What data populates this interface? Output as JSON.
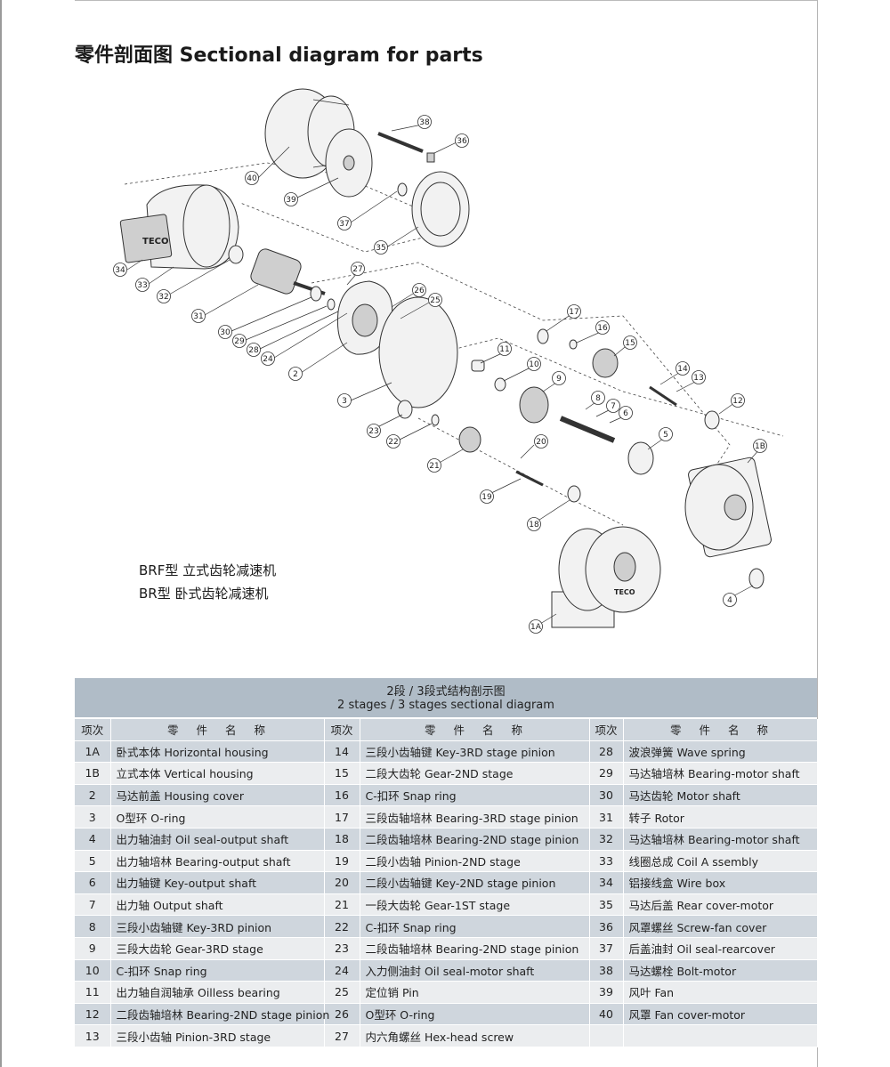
{
  "title": "零件剖面图 Sectional diagram for parts",
  "brand_label": "TECO",
  "callouts": [
    "1A",
    "1B",
    "2",
    "3",
    "4",
    "5",
    "6",
    "7",
    "8",
    "9",
    "10",
    "11",
    "12",
    "13",
    "14",
    "15",
    "16",
    "17",
    "18",
    "19",
    "20",
    "21",
    "22",
    "23",
    "24",
    "25",
    "26",
    "27",
    "28",
    "29",
    "30",
    "31",
    "32",
    "33",
    "34",
    "35",
    "36",
    "37",
    "38",
    "39",
    "40"
  ],
  "captions": {
    "line1": "BRF型 立式齿轮减速机",
    "line2": "BR型 卧式齿轮减速机"
  },
  "table": {
    "heading_cn": "2段 / 3段式结构剖示图",
    "heading_en": "2 stages / 3 stages  sectional  diagram",
    "col_no": "项次",
    "col_name": "零 件 名 称",
    "rows": [
      [
        {
          "no": "1A",
          "name": "卧式本体 Horizontal housing"
        },
        {
          "no": "14",
          "name": "三段小齿轴键 Key-3RD stage pinion"
        },
        {
          "no": "28",
          "name": "波浪弹簧 Wave spring"
        }
      ],
      [
        {
          "no": "1B",
          "name": "立式本体 Vertical housing"
        },
        {
          "no": "15",
          "name": "二段大齿轮 Gear-2ND stage"
        },
        {
          "no": "29",
          "name": "马达轴培林 Bearing-motor shaft"
        }
      ],
      [
        {
          "no": "2",
          "name": "马达前盖  Housing cover"
        },
        {
          "no": "16",
          "name": "C-扣环 Snap ring"
        },
        {
          "no": "30",
          "name": "马达齿轮 Motor shaft"
        }
      ],
      [
        {
          "no": "3",
          "name": "O型环 O-ring"
        },
        {
          "no": "17",
          "name": "三段齿轴培林 Bearing-3RD stage pinion"
        },
        {
          "no": "31",
          "name": "转子 Rotor"
        }
      ],
      [
        {
          "no": "4",
          "name": "出力轴油封 Oil  seal-output shaft"
        },
        {
          "no": "18",
          "name": "二段齿轴培林 Bearing-2ND stage pinion"
        },
        {
          "no": "32",
          "name": "马达轴培林 Bearing-motor shaft"
        }
      ],
      [
        {
          "no": "5",
          "name": "出力轴培林 Bearing-output shaft"
        },
        {
          "no": "19",
          "name": "二段小齿轴 Pinion-2ND stage"
        },
        {
          "no": "33",
          "name": "线圈总成 Coil A ssembly"
        }
      ],
      [
        {
          "no": "6",
          "name": "出力轴键  Key-output shaft"
        },
        {
          "no": "20",
          "name": "二段小齿轴键 Key-2ND stage pinion"
        },
        {
          "no": "34",
          "name": "铝接线盒 Wire box"
        }
      ],
      [
        {
          "no": "7",
          "name": "出力轴  Output shaft"
        },
        {
          "no": "21",
          "name": "一段大齿轮 Gear-1ST stage"
        },
        {
          "no": "35",
          "name": "马达后盖 Rear cover-motor"
        }
      ],
      [
        {
          "no": "8",
          "name": "三段小齿轴键 Key-3RD pinion"
        },
        {
          "no": "22",
          "name": "C-扣环 Snap ring"
        },
        {
          "no": "36",
          "name": "风罩螺丝 Screw-fan cover"
        }
      ],
      [
        {
          "no": "9",
          "name": "三段大齿轮 Gear-3RD stage"
        },
        {
          "no": "23",
          "name": "二段齿轴培林 Bearing-2ND stage pinion"
        },
        {
          "no": "37",
          "name": "后盖油封 Oil seal-rearcover"
        }
      ],
      [
        {
          "no": "10",
          "name": "C-扣环 Snap ring"
        },
        {
          "no": "24",
          "name": "入力侧油封 Oil seal-motor shaft"
        },
        {
          "no": "38",
          "name": "马达螺栓 Bolt-motor"
        }
      ],
      [
        {
          "no": "11",
          "name": "出力轴自润轴承 Oilless bearing"
        },
        {
          "no": "25",
          "name": "定位销 Pin"
        },
        {
          "no": "39",
          "name": "风叶 Fan"
        }
      ],
      [
        {
          "no": "12",
          "name": "二段齿轴培林 Bearing-2ND stage pinion"
        },
        {
          "no": "26",
          "name": "O型环 O-ring"
        },
        {
          "no": "40",
          "name": "风罩 Fan cover-motor"
        }
      ],
      [
        {
          "no": "13",
          "name": "三段小齿轴 Pinion-3RD stage"
        },
        {
          "no": "27",
          "name": "内六角螺丝 Hex-head screw"
        },
        {
          "no": "",
          "name": ""
        }
      ]
    ]
  }
}
